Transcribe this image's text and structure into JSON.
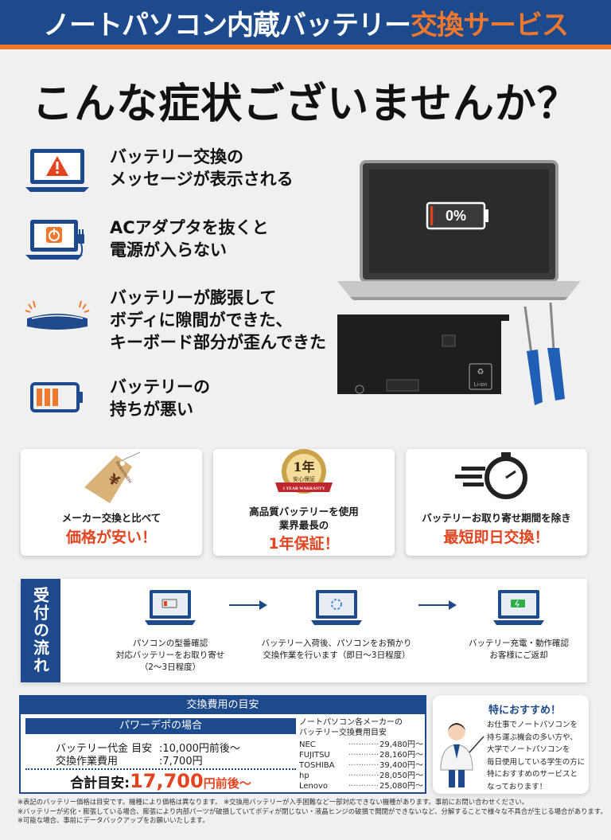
{
  "header": {
    "title_main": "ノートパソコン内蔵バッテリー",
    "title_accent": "交換サービス"
  },
  "headline": "こんな症状ございませんか？",
  "symptoms": [
    {
      "icon": "laptop-warning-icon",
      "text": "バッテリー交換の\nメッセージが表示される"
    },
    {
      "icon": "laptop-power-icon",
      "text": "ACアダプタを抜くと\n電源が入らない"
    },
    {
      "icon": "swollen-battery-icon",
      "text": "バッテリーが膨張して\nボディに隙間ができた、\nキーボード部分が歪んできた"
    },
    {
      "icon": "low-battery-icon",
      "text": "バッテリーの\n持ちが悪い"
    }
  ],
  "hero": {
    "battery_percent": "0%",
    "battery_label": "Li-ion",
    "battery_level": 0.05
  },
  "features": [
    {
      "icon": "price-tag-icon",
      "line1": "メーカー交換と比べて",
      "line2": "価格が安い！",
      "tag_text": "Reasonable"
    },
    {
      "icon": "warranty-badge-icon",
      "line1": "高品質バッテリーを使用\n業界最長の",
      "line2": "1年保証！",
      "badge_big": "1年",
      "badge_small": "安心保証",
      "ribbon": "1 YEAR WARRANTY"
    },
    {
      "icon": "stopwatch-icon",
      "line1": "バッテリーお取り寄せ期間を除き",
      "line2": "最短即日交換！"
    }
  ],
  "flow": {
    "label": "受付の流れ",
    "steps": [
      {
        "icon": "laptop-low-battery-icon",
        "text": "パソコンの型番確認\n対応バッテリーをお取り寄せ\n（2～3日程度）"
      },
      {
        "icon": "laptop-loading-icon",
        "text": "バッテリー入荷後、パソコンをお預かり\n交換作業を行います（即日～3日程度）"
      },
      {
        "icon": "laptop-charged-icon",
        "text": "バッテリー充電・動作確認\nお客様にご返却"
      }
    ]
  },
  "cost": {
    "title": "交換費用の目安",
    "subtitle": "パワーデポの場合",
    "rows": [
      {
        "label": "バッテリー代金 目安",
        "value": ":10,000円前後～"
      },
      {
        "label": "交換作業費用",
        "value": ":7,700円"
      }
    ],
    "total_label": "合計目安:",
    "total_value": "17,700",
    "total_unit": "円前後～",
    "maker_heading": "ノートパソコン各メーカーの\nバッテリー交換費用目安",
    "makers": [
      {
        "name": "NEC",
        "price": "29,480円～"
      },
      {
        "name": "FUJITSU",
        "price": "28,160円～"
      },
      {
        "name": "TOSHIBA",
        "price": "39,400円～"
      },
      {
        "name": "hp",
        "price": "28,050円～"
      },
      {
        "name": "Lenovo",
        "price": "25,080円～"
      }
    ]
  },
  "recommend": {
    "title": "特におすすめ！",
    "body": "お仕事でノートパソコンを\n持ち運ぶ機会の多い方や、\n大学でノートパソコンを\n毎日使用している学生の方に\n特におすすめのサービスと\nなっております！"
  },
  "notes": [
    "※表記のバッテリー価格は目安です。機種により価格は異なります。 ※交換用バッテリーが入手困難など一部対応できない機種があります。事前にお問い合わせください。",
    "※バッテリーが劣化・膨張している場合、膨張により内部パーツが破損していてボディが閉じない・液晶ヒンジの破損で開閉ができないなど、分解することで様々な不具合が生じる場合があります。",
    "※可能な場合、事前にデータバックアップをお願いいたします。"
  ],
  "colors": {
    "brand_blue": "#1d4a8c",
    "accent_orange": "#f0782d",
    "accent_red": "#e2441f"
  }
}
